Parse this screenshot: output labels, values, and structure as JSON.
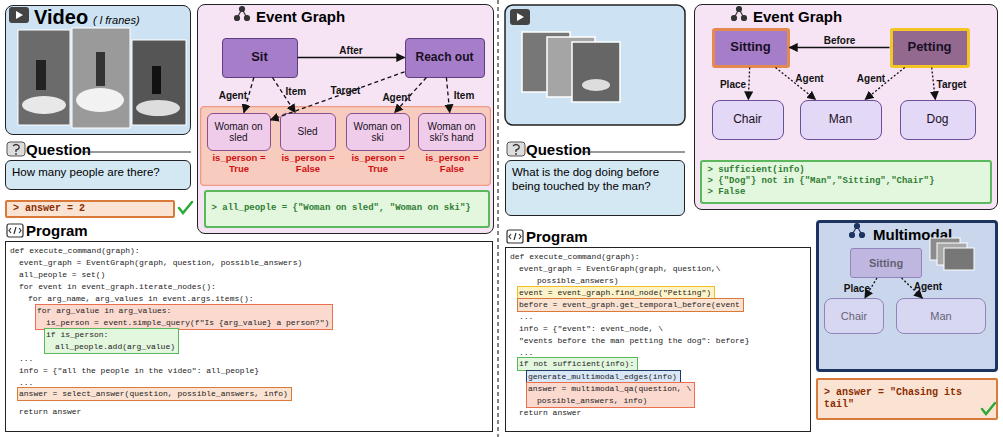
{
  "diagram": {
    "nodes": [
      {
        "text": [
          "Video",
          "( l franes)"
        ]
      },
      {
        "text": [
          "Event Graph"
        ]
      },
      {
        "text": [
          "Sit"
        ],
        "in": 1
      },
      {
        "text": [
          "Reach out"
        ],
        "in": 1
      },
      {
        "text": [
          "Woman on sled"
        ],
        "in": 1
      },
      {
        "text": [
          "Sled"
        ],
        "in": 1
      },
      {
        "text": [
          "Woman on ski"
        ],
        "in": 1
      },
      {
        "text": [
          "Woman on ski's hand"
        ],
        "in": 1
      },
      {
        "text": [
          "> all_people = {\"Woman on sled\", \"Woman on ski\"}"
        ],
        "in": 1
      },
      {
        "text": [
          "Question",
          "How many people are there?"
        ]
      },
      {
        "text": [
          "> answer = 2"
        ]
      },
      {
        "text": [
          "Program",
          "def execute_command(graph):",
          "event_graph = EventGraph(graph, question, possible_answers)",
          "all_people = set()",
          "for event in event_graph.iterate_nodes():",
          "for arg_name, arg_values in event.args.items():",
          "for arg_value in arg_values:",
          "is_person = event.simple_query(f\"Is {arg_value} a person?\")",
          "if is_person:",
          "all_people.add(arg_value)",
          "...",
          "info = {\"all the people in the video\": all_people}",
          "...",
          "answer = select_answer(question, possible_answers, info)",
          "return answer"
        ]
      },
      {
        "text": [
          "Event Graph"
        ]
      },
      {
        "text": [
          "Sitting"
        ],
        "in": 12
      },
      {
        "text": [
          "Petting"
        ],
        "in": 12
      },
      {
        "text": [
          "Chair"
        ],
        "in": 12
      },
      {
        "text": [
          "Man"
        ],
        "in": 12
      },
      {
        "text": [
          "Dog"
        ],
        "in": 12
      },
      {
        "text": [
          "> sufficient(info)",
          "> {\"Dog\"} not in {\"Man\",\"Sitting\",\"Chair\"}",
          "> False"
        ],
        "in": 12
      },
      {
        "text": [
          "Question",
          "What is the dog doing before being touched by the man?"
        ]
      },
      {
        "text": [
          "Program",
          "def execute_command(graph):",
          "event_graph = EventGraph(graph, question,\\",
          "possible_answers)",
          "event = event_graph.find_node(\"Petting\")",
          "before = event_graph.get_temporal_before(event",
          "...",
          "info = {\"event\": event_node, \\",
          "\"events before the man petting the dog\": before}",
          "...",
          "if not sufficient(info):",
          "generate_multimodal_edges(info)",
          "answer = multimodal_qa(question, \\",
          "possible_answers, info)",
          "return answer"
        ]
      },
      {
        "text": [
          "Multimodal"
        ]
      },
      {
        "text": [
          "Sitting"
        ],
        "in": 21
      },
      {
        "text": [
          "Chair"
        ],
        "in": 21
      },
      {
        "text": [
          "Man"
        ],
        "in": 21
      },
      {
        "text": [
          "> answer = \"Chasing its tail\""
        ]
      }
    ],
    "edges": [
      {
        "from": 2,
        "to": 3,
        "label": "After",
        "arrow": "to"
      },
      {
        "from": 3,
        "to": 4,
        "label": "Target",
        "arrow": "to"
      },
      {
        "from": 2,
        "to": 4,
        "label": "Agent",
        "arrow": "to"
      },
      {
        "from": 2,
        "to": 5,
        "label": "Item",
        "arrow": "to"
      },
      {
        "from": 3,
        "to": 6,
        "label": "Agent",
        "arrow": "to"
      },
      {
        "from": 3,
        "to": 7,
        "label": "Item",
        "arrow": "to"
      },
      {
        "from": 14,
        "to": 13,
        "label": "Before",
        "arrow": "to"
      },
      {
        "from": 13,
        "to": 15,
        "label": "Place",
        "arrow": "to"
      },
      {
        "from": 13,
        "to": 16,
        "label": "Agent",
        "arrow": "to"
      },
      {
        "from": 14,
        "to": 16,
        "label": "Agent",
        "arrow": "to"
      },
      {
        "from": 14,
        "to": 17,
        "label": "Target",
        "arrow": "to"
      },
      {
        "from": 22,
        "to": 23,
        "label": "Place",
        "arrow": "to"
      },
      {
        "from": 22,
        "to": 24,
        "label": "Agent",
        "arrow": "to"
      }
    ],
    "labels": [
      "is_person = True",
      "is_person = False",
      "is_person = True",
      "is_person = False"
    ]
  }
}
